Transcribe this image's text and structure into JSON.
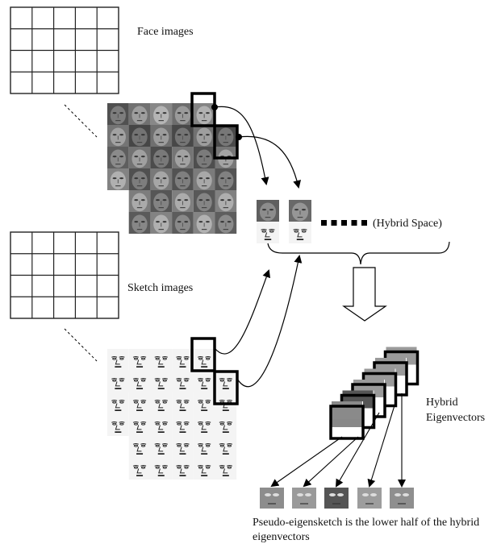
{
  "labels": {
    "face_images": "Face images",
    "sketch_images": "Sketch images",
    "hybrid_space": "(Hybrid Space)",
    "hybrid_eigenvectors_line1": "Hybrid",
    "hybrid_eigenvectors_line2": "Eigenvectors",
    "caption_line1": "Pseudo-eigensketch is the lower half of the hybrid",
    "caption_line2": "eigenvectors"
  },
  "grids": {
    "face_grid": {
      "rows": 4,
      "cols": 5
    },
    "sketch_grid": {
      "rows": 4,
      "cols": 5
    }
  },
  "mosaics": {
    "face_mosaic": {
      "kind": "photo",
      "rows": 6,
      "cols": 6
    },
    "sketch_mosaic": {
      "kind": "sketch",
      "rows": 6,
      "cols": 6
    }
  },
  "hybrid_pairs": 2,
  "hybrid_ellipsis_squares": 5,
  "eigenvector_stack_count": 6,
  "pseudo_eigensketch_count": 5
}
